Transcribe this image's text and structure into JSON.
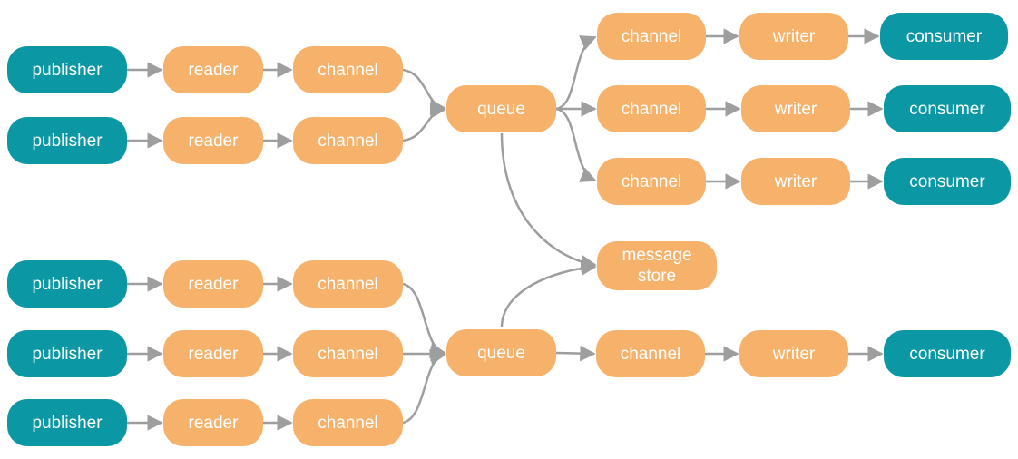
{
  "colors": {
    "producer_consumer": "#0c97a5",
    "pipeline": "#f6b26b",
    "edge": "#9e9e9e"
  },
  "nodes": {
    "p1": "publisher",
    "r1": "reader",
    "c1": "channel",
    "p2": "publisher",
    "r2": "reader",
    "c2": "channel",
    "q1": "queue",
    "oc1": "channel",
    "w1": "writer",
    "k1": "consumer",
    "oc2": "channel",
    "w2": "writer",
    "k2": "consumer",
    "oc3": "channel",
    "w3": "writer",
    "k3": "consumer",
    "ms": "message\nstore",
    "p3": "publisher",
    "r3": "reader",
    "c3": "channel",
    "p4": "publisher",
    "r4": "reader",
    "c4": "channel",
    "p5": "publisher",
    "r5": "reader",
    "c5": "channel",
    "q2": "queue",
    "oc4": "channel",
    "w4": "writer",
    "k4": "consumer"
  }
}
